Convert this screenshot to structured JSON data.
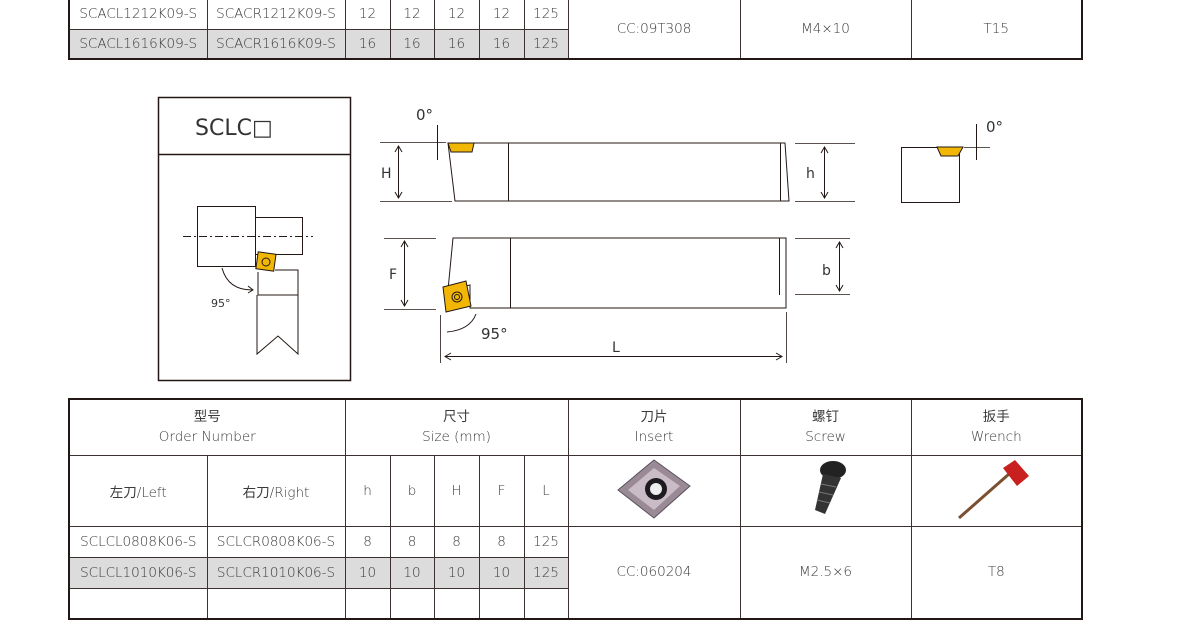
{
  "top_table": {
    "rows": [
      [
        "SCACL1212K09-S",
        "SCACR1212K09-S",
        "12",
        "12",
        "12",
        "12",
        "125"
      ],
      [
        "SCACL1616K09-S",
        "SCACR1616K09-S",
        "16",
        "16",
        "16",
        "16",
        "125"
      ]
    ],
    "insert": "CC:09T308",
    "screw": "M4×10",
    "wrench": "T15"
  },
  "diagram": {
    "title": "SCLC□",
    "angle_small": "95°",
    "angle": "95°",
    "zero1": "0°",
    "zero2": "0°",
    "H": "H",
    "h": "h",
    "F": "F",
    "b": "b",
    "L": "L"
  },
  "bottom_table": {
    "order_number_cn": "型号",
    "order_number_en": "Order Number",
    "size_cn": "尺寸",
    "size_en": "Size  (mm)",
    "insert_cn": "刀片",
    "insert_en": "Insert",
    "screw_cn": "螺钉",
    "screw_en": "Screw",
    "wrench_cn": "扳手",
    "wrench_en": "Wrench",
    "left": "左刀/Left",
    "right": "右刀/Right",
    "dims": [
      "h",
      "b",
      "H",
      "F",
      "L"
    ],
    "rows": [
      [
        "SCLCL0808K06-S",
        "SCLCR0808K06-S",
        "8",
        "8",
        "8",
        "8",
        "125"
      ],
      [
        "SCLCL1010K06-S",
        "SCLCR1010K06-S",
        "10",
        "10",
        "10",
        "10",
        "125"
      ]
    ],
    "insert": "CC:060204",
    "screw": "M2.5×6",
    "wrench": "T8"
  },
  "colors": {
    "insert_gold": "#f2b705",
    "wrench_red": "#c8201e"
  }
}
